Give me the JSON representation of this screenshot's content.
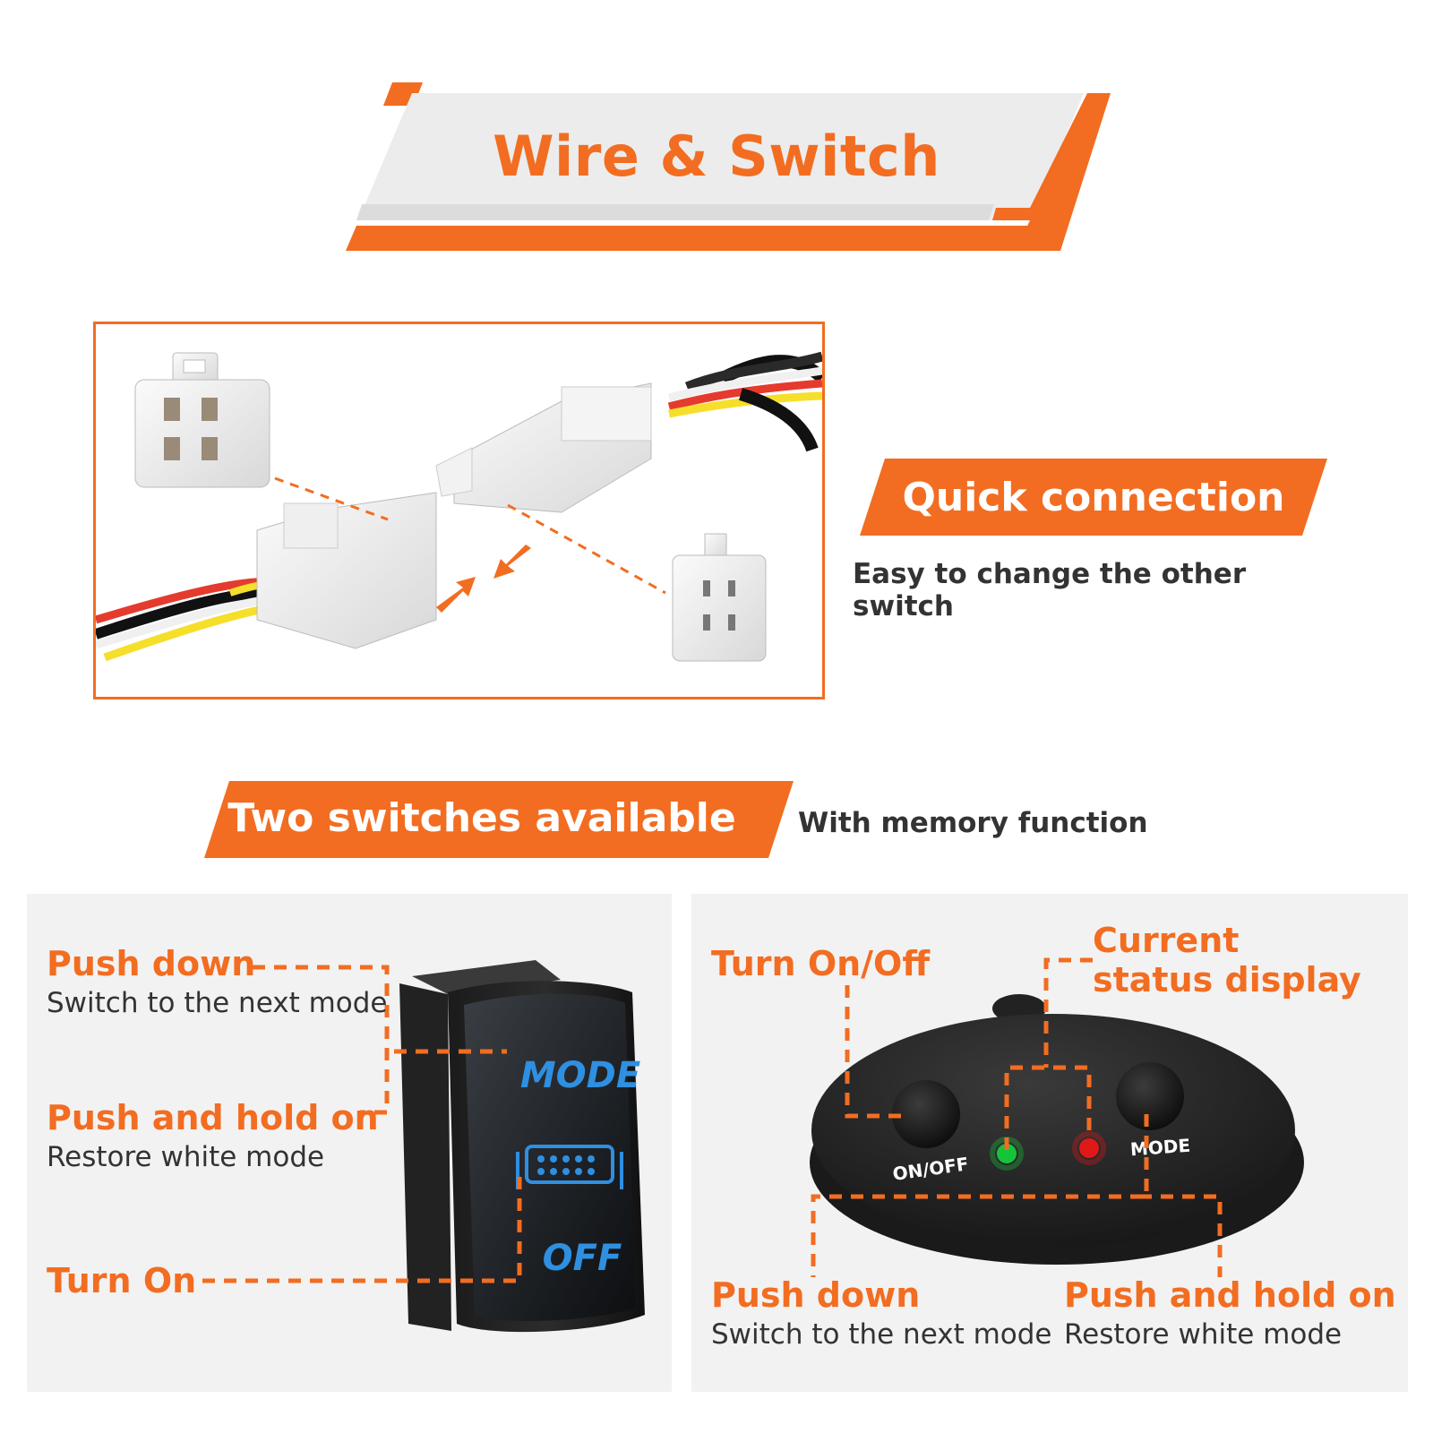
{
  "header": {
    "title": "Wire & Switch"
  },
  "quick_connection": {
    "label": "Quick connection",
    "subtitle": "Easy to change the other switch"
  },
  "two_switches": {
    "label": "Two switches available",
    "subtitle": "With memory function"
  },
  "rocker_switch": {
    "mode_text": "MODE",
    "off_text": "OFF",
    "annotations": [
      {
        "title": "Push down",
        "subtitle": "Switch to the next mode"
      },
      {
        "title": "Push and hold on",
        "subtitle": "Restore white mode"
      },
      {
        "title": "Turn On",
        "subtitle": ""
      }
    ]
  },
  "remote_switch": {
    "onoff_text": "ON/OFF",
    "mode_text": "MODE",
    "annotations": [
      {
        "title": "Turn On/Off"
      },
      {
        "title_line1": "Current",
        "title_line2": "status display"
      },
      {
        "title": "Push down",
        "subtitle": "Switch to the next mode"
      },
      {
        "title": "Push and hold on",
        "subtitle": "Restore white mode"
      }
    ]
  },
  "colors": {
    "accent": "#f26d21",
    "banner_gray": "#e2e2e2",
    "panel_bg": "#f2f2f2",
    "switch_blue": "#2f8fe0",
    "led_green": "#16c43a",
    "led_red": "#e01818"
  }
}
